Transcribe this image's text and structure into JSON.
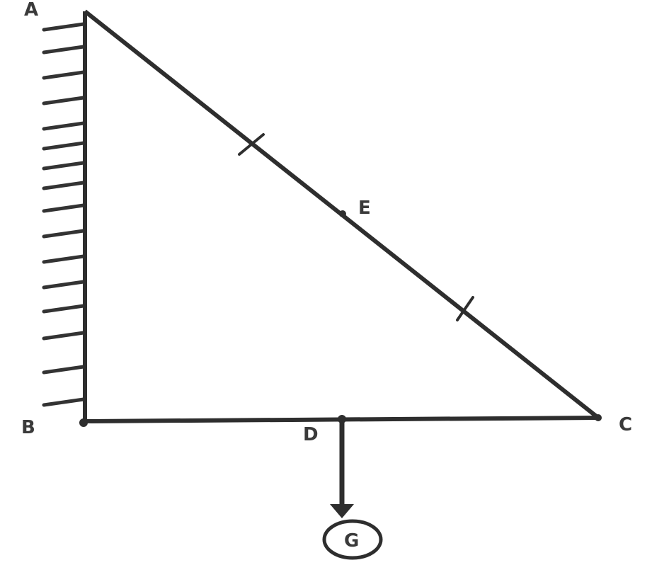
{
  "diagram": {
    "labels": {
      "top_vertex": "A",
      "bottom_left_vertex": "B",
      "right_vertex": "C",
      "hanger_point": "D",
      "hypotenuse_midpoint": "E",
      "hanging_weight": "G"
    },
    "colors": {
      "stroke": "#2e2e2e",
      "label": "#3a3a3a",
      "background": "#ffffff"
    }
  }
}
